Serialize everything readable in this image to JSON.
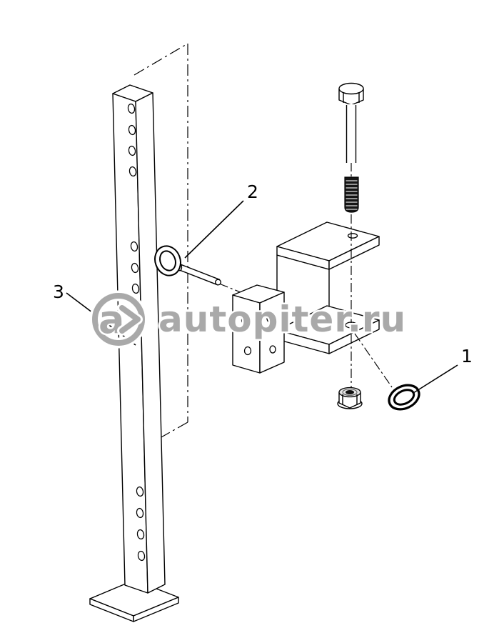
{
  "diagram": {
    "kind": "exploded-parts-diagram",
    "background_color": "#ffffff",
    "line_color": "#000000"
  },
  "callouts": [
    {
      "label": "1",
      "part": "lock-ring"
    },
    {
      "label": "2",
      "part": "linch-pin"
    },
    {
      "label": "3",
      "part": "support-leg"
    }
  ],
  "watermark": {
    "logo_letter": "a",
    "text": "autopiter.ru",
    "color": "#a9a9a9"
  }
}
